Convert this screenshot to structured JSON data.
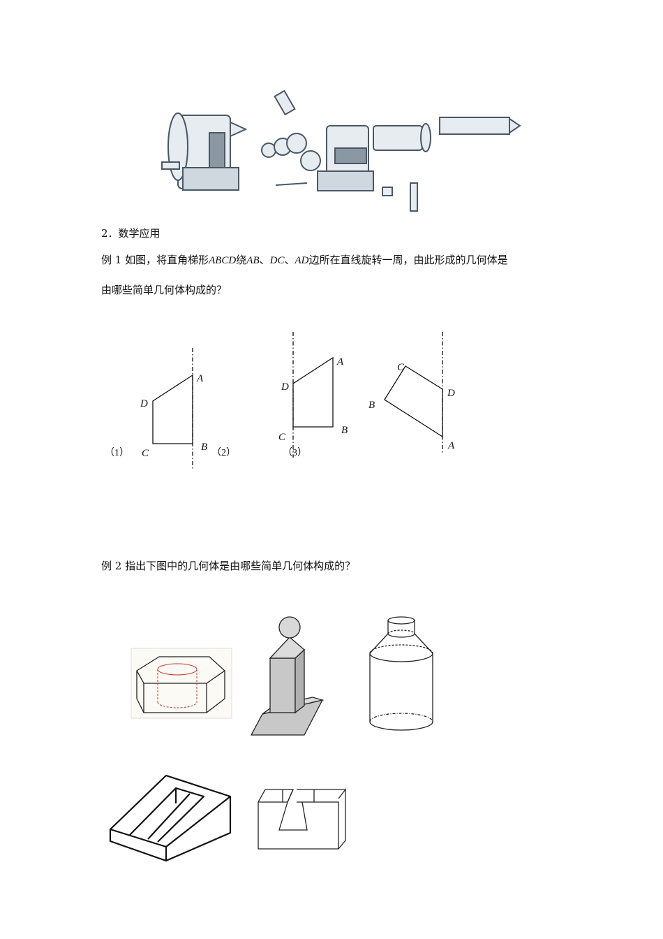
{
  "section": {
    "heading": "2．数学应用"
  },
  "example1": {
    "prefix": "例 1 如图，将直角梯形",
    "shape": "ABCD",
    "mid1": "绕",
    "e1": "AB",
    "sep1": "、",
    "e2": "DC",
    "sep2": "、",
    "e3": "AD",
    "suffix": "边所在直线旋转一周，由此形成的几何体是",
    "line2": "由哪些简单几何体构成的？"
  },
  "figures": {
    "fig1": {
      "A": "A",
      "B": "B",
      "C": "C",
      "D": "D",
      "caption": "（1）"
    },
    "fig2": {
      "A": "A",
      "B": "B",
      "C": "C",
      "D": "D",
      "caption": "（2）"
    },
    "fig3": {
      "A": "A",
      "B": "B",
      "C": "C",
      "D": "D",
      "caption": "（3）"
    }
  },
  "example2": {
    "text": "例 2 指出下图中的几何体是由哪些简单几何体构成的？"
  },
  "colors": {
    "line": "#111111",
    "fill_gray": "#c8c8c8",
    "machine": "#5a6a78",
    "nut_dash": "#c0392b"
  }
}
